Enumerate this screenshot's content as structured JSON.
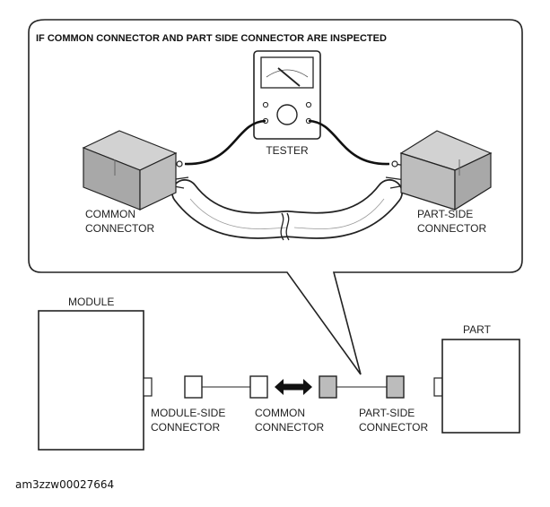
{
  "callout": {
    "title": "IF COMMON CONNECTOR AND PART SIDE CONNECTOR ARE INSPECTED",
    "tester_label": "TESTER",
    "left_connector": [
      "COMMON",
      "CONNECTOR"
    ],
    "right_connector": [
      "PART-SIDE",
      "CONNECTOR"
    ]
  },
  "schematic": {
    "module_label": "MODULE",
    "part_label": "PART",
    "module_side_connector": [
      "MODULE-SIDE",
      "CONNECTOR"
    ],
    "common_connector": [
      "COMMON",
      "CONNECTOR"
    ],
    "part_side_connector": [
      "PART-SIDE",
      "CONNECTOR"
    ]
  },
  "figure_id": "am3zzw00027664",
  "colors": {
    "line": "#222222",
    "connector_fill": "#bcbcbc",
    "connector_shade": "#8f8f8f"
  }
}
